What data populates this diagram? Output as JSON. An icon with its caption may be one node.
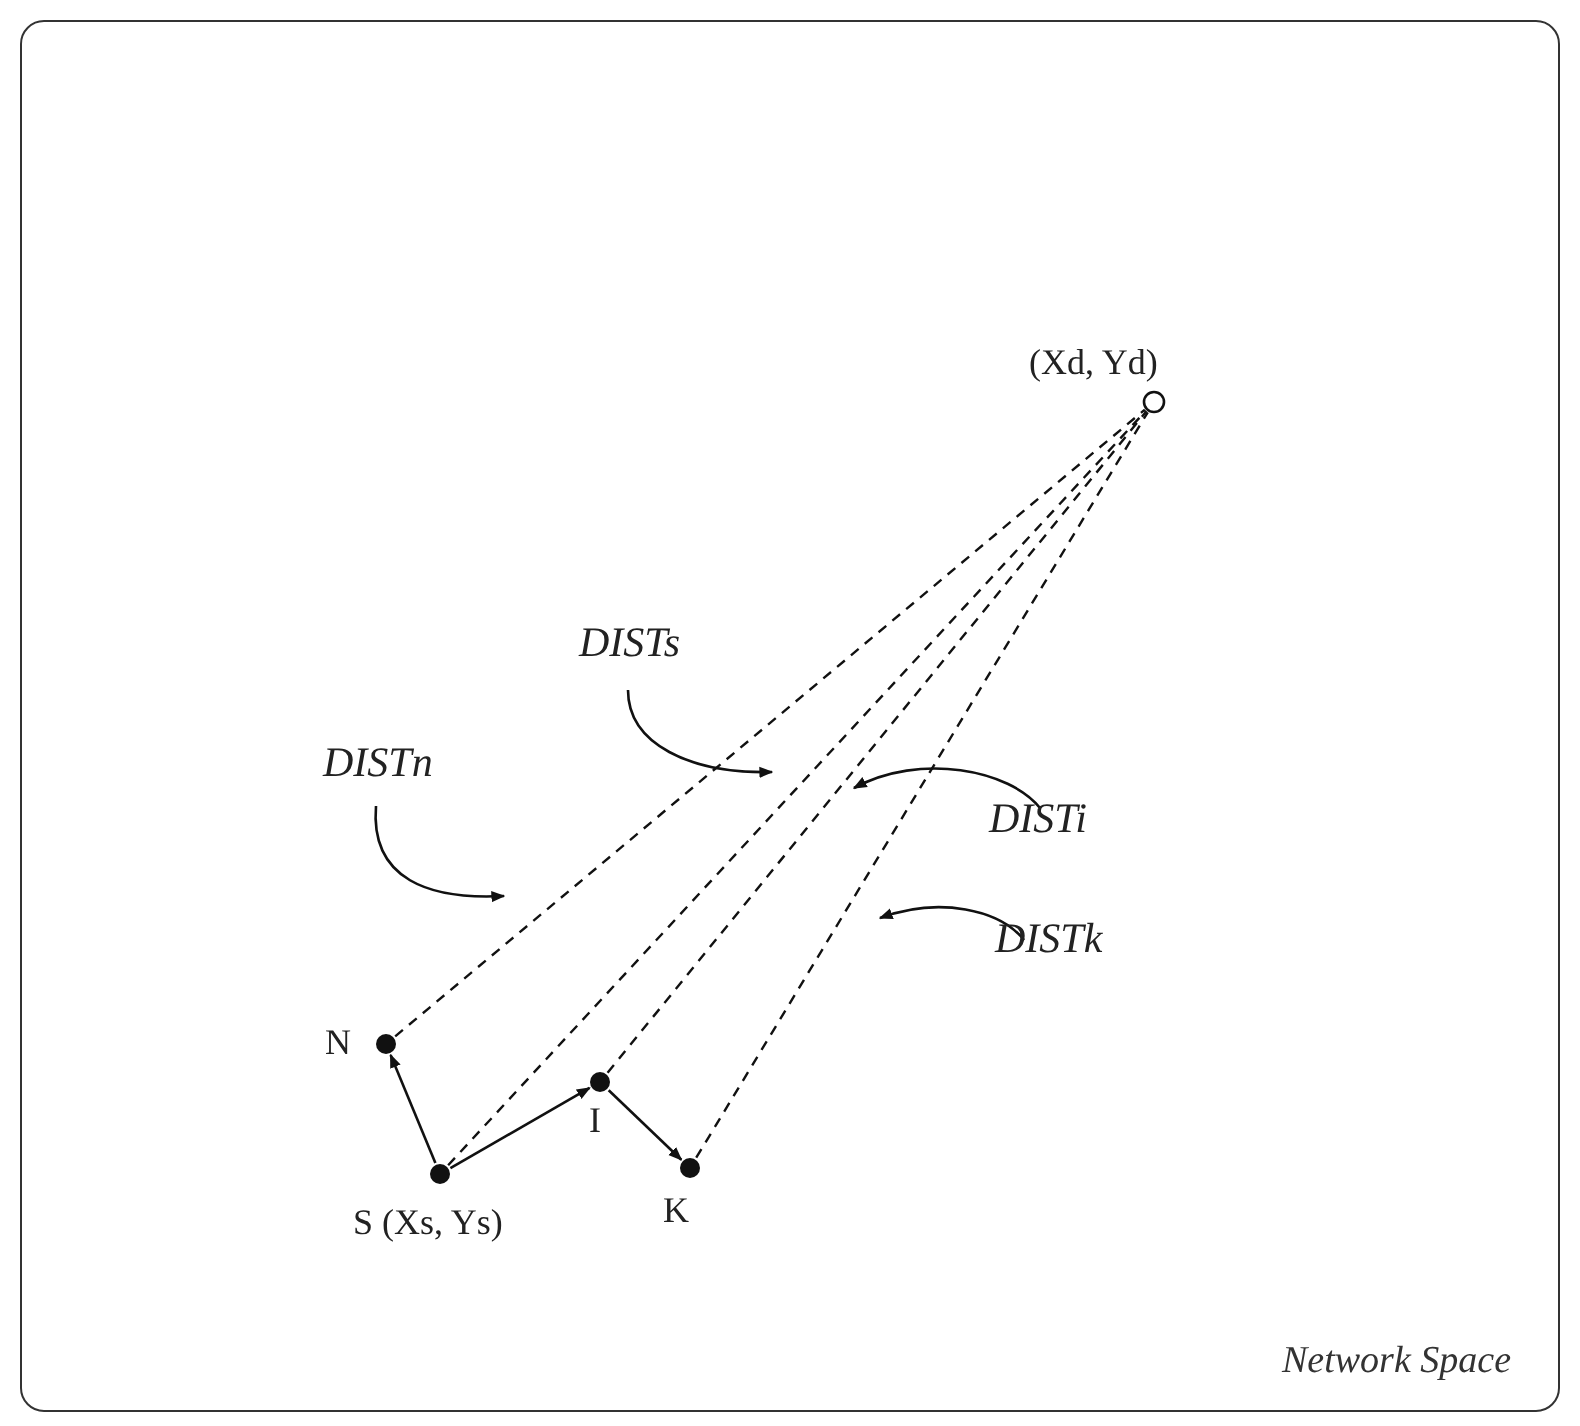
{
  "diagram": {
    "nodes": [
      {
        "text": [
          "Network Space"
        ]
      },
      {
        "text": [],
        "shape": "circle",
        "beside": [
          "(Xd, Yd)"
        ],
        "in": 0
      },
      {
        "text": [
          "DISTs"
        ],
        "in": 0
      },
      {
        "text": [
          "DISTn"
        ],
        "in": 0
      },
      {
        "text": [
          "DISTi"
        ],
        "in": 0
      },
      {
        "text": [
          "DISTk"
        ],
        "in": 0
      },
      {
        "text": [],
        "shape": "circle",
        "beside": [
          "N"
        ],
        "in": 0
      },
      {
        "text": [],
        "shape": "circle",
        "beside": [
          "I"
        ],
        "in": 0
      },
      {
        "text": [],
        "shape": "circle",
        "beside": [
          "S (Xs, Ys)"
        ],
        "in": 0
      },
      {
        "text": [],
        "shape": "circle",
        "beside": [
          "K"
        ],
        "in": 0
      }
    ],
    "edges": [
      {
        "from": 8,
        "to": 6,
        "arrow": "to"
      },
      {
        "from": 8,
        "to": 7,
        "arrow": "to"
      },
      {
        "from": 7,
        "to": 9,
        "arrow": "to"
      },
      {
        "from": 6,
        "to": 1,
        "arrow": "none",
        "style": "dashed"
      },
      {
        "from": 8,
        "to": 1,
        "arrow": "none",
        "style": "dashed"
      },
      {
        "from": 7,
        "to": 1,
        "arrow": "none",
        "style": "dashed"
      },
      {
        "from": 9,
        "to": 1,
        "arrow": "none",
        "style": "dashed"
      },
      {
        "from": 3,
        "to": null,
        "arrow": "to"
      },
      {
        "from": 2,
        "to": null,
        "arrow": "to"
      },
      {
        "from": 4,
        "to": null,
        "arrow": "to"
      },
      {
        "from": 5,
        "to": null,
        "arrow": "to"
      }
    ]
  }
}
